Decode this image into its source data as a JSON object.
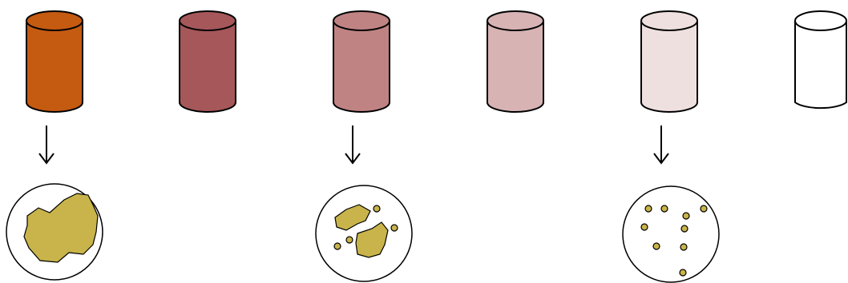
{
  "cylinders": [
    {
      "fill": "#c55a11",
      "has_dish": true
    },
    {
      "fill": "#a5575a",
      "has_dish": false
    },
    {
      "fill": "#c08383",
      "has_dish": true
    },
    {
      "fill": "#d7b3b3",
      "has_dish": false
    },
    {
      "fill": "#efe0e0",
      "has_dish": true
    },
    {
      "fill": "#ffffff",
      "has_dish": false
    }
  ],
  "dish": {
    "colony_fill": "#c8b44a",
    "outline": "#000000",
    "growth_levels": [
      "confluent",
      "few-colonies",
      "isolated-colonies"
    ]
  }
}
